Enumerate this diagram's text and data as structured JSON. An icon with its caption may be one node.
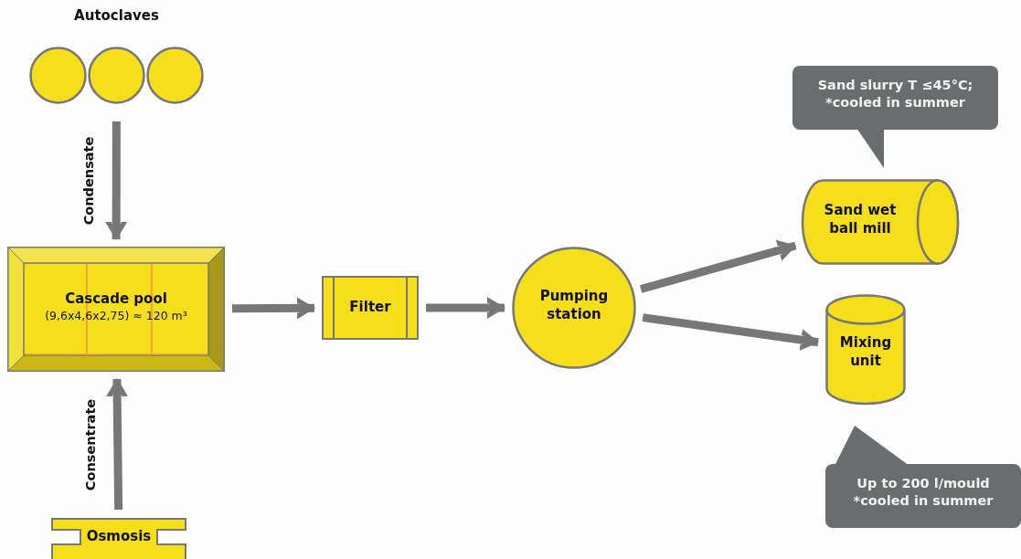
{
  "diagram": {
    "nodes": [
      {
        "text": [
          "Autoclaves"
        ]
      },
      {
        "text": [],
        "shape": "circle",
        "in": 0
      },
      {
        "text": [],
        "shape": "circle",
        "in": 0
      },
      {
        "text": [],
        "shape": "circle",
        "in": 0
      },
      {
        "text": [
          "Cascade pool",
          "(9,6x4,6x2,75) ≈ 120 m³"
        ]
      },
      {
        "text": [
          "Filter"
        ]
      },
      {
        "text": [
          "Pumping station"
        ]
      },
      {
        "text": [
          "Sand wet ball mill"
        ]
      },
      {
        "text": [
          "Mixing unit"
        ]
      },
      {
        "text": [
          "Osmosis"
        ]
      },
      {
        "text": [
          "Sand slurry T ≤45°C; *cooled in summer"
        ]
      },
      {
        "text": [
          "Up to 200 l/mould *cooled in summer"
        ]
      }
    ],
    "edges": [
      {
        "from": 0,
        "to": 4,
        "arrow": "to",
        "label": "Condensate"
      },
      {
        "from": 9,
        "to": 4,
        "arrow": "to",
        "label": "Consentrate"
      },
      {
        "from": 4,
        "to": 5,
        "arrow": "to"
      },
      {
        "from": 5,
        "to": 6,
        "arrow": "to"
      },
      {
        "from": 6,
        "to": 7,
        "arrow": "to"
      },
      {
        "from": 6,
        "to": 8,
        "arrow": "to"
      }
    ]
  }
}
